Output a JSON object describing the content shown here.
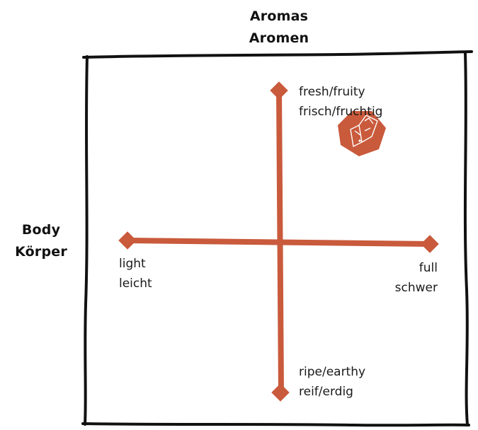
{
  "axes": {
    "vertical": {
      "title_line1": "Aromas",
      "title_line2": "Aromen",
      "top_end": {
        "line1": "fresh/fruity",
        "line2": "frisch/fruchtig"
      },
      "bottom_end": {
        "line1": "ripe/earthy",
        "line2": "reif/erdig"
      }
    },
    "horizontal": {
      "title_line1": "Body",
      "title_line2": "Körper",
      "left_end": {
        "line1": "light",
        "line2": "leicht"
      },
      "right_end": {
        "line1": "full",
        "line2": "schwer"
      }
    }
  },
  "marker": {
    "icon": "wine-bottles-hexagon-icon",
    "horizontal_position": 0.77,
    "vertical_position": 0.83
  },
  "colors": {
    "accent": "#C95A3C",
    "frame": "#111111",
    "text": "#1a1a1a"
  }
}
